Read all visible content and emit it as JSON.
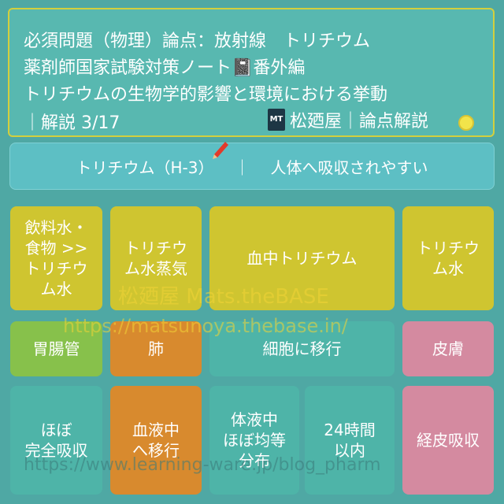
{
  "header": {
    "line1": "必須問題（物理）論点：放射線　トリチウム",
    "line2": "薬剤師国家試験対策ノート📓番外編",
    "line3": "トリチウムの生物学的影響と環境における挙動",
    "line4": "｜解説 3/17",
    "brand": "松廼屋｜論点解説",
    "logo_text": "MT"
  },
  "banner": {
    "left": "トリチウム（H-3）",
    "separator": "｜",
    "right": "人体へ吸収されやすい"
  },
  "tiles": {
    "r1c1": "飲料水・\n食物 >>\nトリチウ\nム水",
    "r1c2": "トリチウ\nム水蒸気",
    "r1c3": "血中トリチウム",
    "r1c4": "トリチウ\nム水",
    "r2c1": "胃腸管",
    "r2c2": "肺",
    "r2c3": "細胞に移行",
    "r2c4": "皮膚",
    "r3c1": "ほぼ\n完全吸収",
    "r3c2": "血液中\nへ移行",
    "r3c3": "体液中\nほぼ均等\n分布",
    "r3c4": "24時間\n以内",
    "r3c5": "経皮吸収"
  },
  "watermarks": {
    "brand": "松廼屋 Mats.theBASE",
    "url1": "https://matsunoya.thebase.in/",
    "url2": "https://www.learning-ware.jp/blog_pharm"
  },
  "colors": {
    "background": "#4fa8a4",
    "yellow": "#cfc530",
    "green": "#87c14b",
    "orange": "#d88a2e",
    "teal": "#4eb4a8",
    "pink": "#d48aa0"
  },
  "icons": {
    "note": "notebook-icon",
    "pencil": "red-pencil-icon",
    "dot": "yellow-dot-icon"
  }
}
